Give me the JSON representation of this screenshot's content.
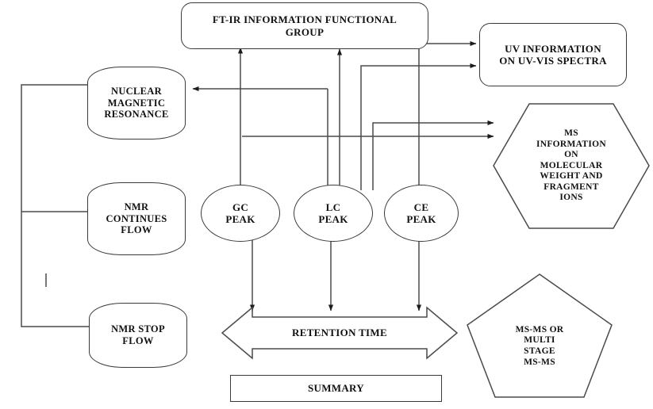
{
  "diagram": {
    "title": "Hyphenated analytical techniques information flow",
    "stroke_color": "#3a3a3a",
    "text_color": "#111111",
    "background": "#ffffff",
    "nodes": {
      "ftir": {
        "label": "FT-IR INFORMATION FUNCTIONAL\nGROUP",
        "shape": "rounded-rectangle"
      },
      "uv": {
        "label": "UV INFORMATION\nON UV-VIS SPECTRA",
        "shape": "rounded-rectangle"
      },
      "nmr": {
        "label": "NUCLEAR\nMAGNETIC\nRESONANCE",
        "shape": "rounded-barrel"
      },
      "nmr_continues": {
        "label": "NMR\nCONTINUES\nFLOW",
        "shape": "rounded-barrel"
      },
      "nmr_stop": {
        "label": "NMR STOP\nFLOW",
        "shape": "rounded-barrel"
      },
      "gc_peak": {
        "label": "GC\nPEAK",
        "shape": "ellipse"
      },
      "lc_peak": {
        "label": "LC\nPEAK",
        "shape": "ellipse"
      },
      "ce_peak": {
        "label": "CE\nPEAK",
        "shape": "ellipse"
      },
      "ms_info": {
        "label": "MS\nINFORMATION\nON\nMOLECULAR\nWEIGHT AND\nFRAGMENT\nIONS",
        "shape": "hexagon"
      },
      "ms_ms": {
        "label": "MS-MS OR\nMULTI\nSTAGE\nMS-MS",
        "shape": "pentagon"
      },
      "retention_time": {
        "label": "RETENTION TIME",
        "shape": "double-headed-arrow"
      },
      "summary": {
        "label": "SUMMARY",
        "shape": "rectangle"
      }
    }
  }
}
